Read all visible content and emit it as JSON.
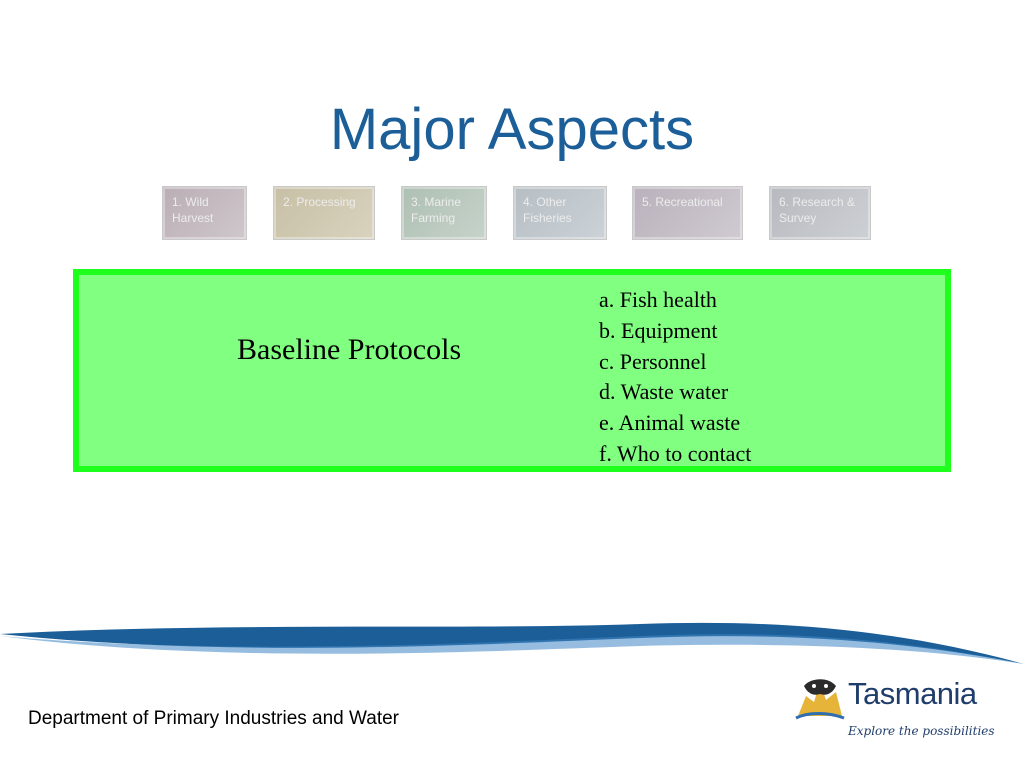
{
  "slide": {
    "title": "Major Aspects",
    "aspects": [
      "1. Wild Harvest",
      "2. Processing",
      "3. Marine Farming",
      "4. Other Fisheries",
      "5. Recreational",
      "6. Research & Survey"
    ],
    "protocols": {
      "heading": "Baseline Protocols",
      "items": [
        "a. Fish health",
        "b. Equipment",
        "c. Personnel",
        "d. Waste water",
        "e. Animal waste",
        "f. Who to contact"
      ]
    },
    "footer": {
      "department": "Department of Primary Industries and Water",
      "logo_name": "Tasmania",
      "logo_tagline": "Explore the possibilities"
    },
    "colors": {
      "title": "#1b5e98",
      "box_fill": "#80ff80",
      "box_border": "#1eff1e",
      "swoosh": "#1b5e98"
    }
  }
}
